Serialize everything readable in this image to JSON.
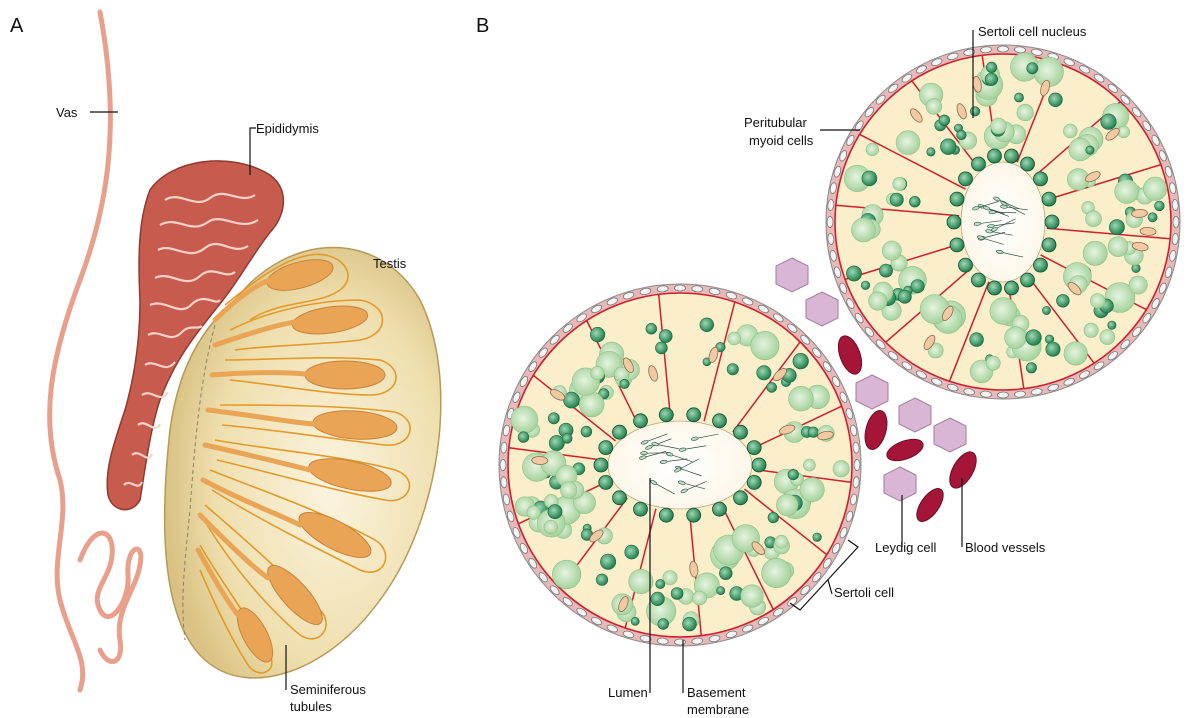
{
  "panels": {
    "a": {
      "letter": "A",
      "labels": {
        "vas": "Vas",
        "epididymis": "Epididymis",
        "testis": "Testis",
        "seminiferous_line1": "Seminiferous",
        "seminiferous_line2": "tubules"
      }
    },
    "b": {
      "letter": "B",
      "labels": {
        "sertoli_nucleus": "Sertoli cell nucleus",
        "peritubular_line1": "Peritubular",
        "peritubular_line2": "myoid cells",
        "leydig": "Leydig cell",
        "blood_vessels": "Blood vessels",
        "sertoli_cell": "Sertoli cell",
        "lumen": "Lumen",
        "basement_line1": "Basement",
        "basement_line2": "membrane"
      }
    }
  },
  "colors": {
    "vas": "#e8a08c",
    "epididymis": "#c75c4e",
    "epididymis_dark": "#8e3a30",
    "testis_fill": "#ecdcae",
    "tubule": "#e9a455",
    "tubule_line": "#e39a2a",
    "tubule_cross_fill": "#fbeecb",
    "tubule_border": "#e7b9b9",
    "myoid": "#f4f4f4",
    "sertoli_line": "#d01f2a",
    "green_dark": "#2f8f5b",
    "green_light": "#bfe1b8",
    "leydig": "#d9b7d4",
    "blood": "#a51537"
  }
}
